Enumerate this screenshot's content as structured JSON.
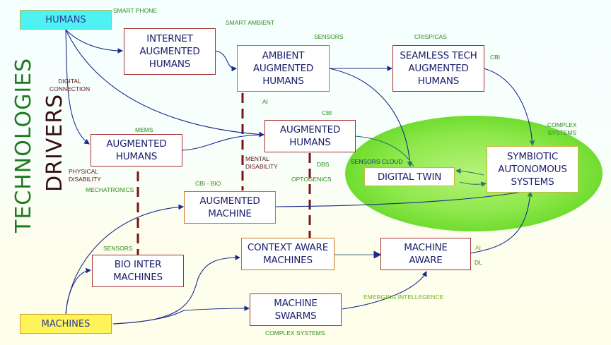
{
  "side_titles": {
    "technologies": "TECHNOLOGIES",
    "drivers": "DRIVERS"
  },
  "roots": {
    "humans": "HUMANS",
    "machines": "MACHINES"
  },
  "nodes": {
    "internet_augmented_humans": "INTERNET\nAUGMENTED\nHUMANS",
    "ambient_augmented_humans": "AMBIENT\nAUGMENTED\nHUMANS",
    "seamless_tech_augmented_humans": "SEAMLESS TECH\nAUGMENTED\nHUMANS",
    "augmented_humans_left": "AUGMENTED\nHUMANS",
    "augmented_humans_center": "AUGMENTED\nHUMANS",
    "digital_twin": "DIGITAL TWIN",
    "symbiotic_autonomous_systems": "SYMBIOTIC\nAUTONOMOUS\nSYSTEMS",
    "augmented_machine": "AUGMENTED\nMACHINE",
    "context_aware_machines": "CONTEXT AWARE\nMACHINES",
    "machine_aware": "MACHINE\nAWARE",
    "bio_inter_machines": "BIO INTER\nMACHINES",
    "machine_swarms": "MACHINE\nSWARMS"
  },
  "technology_labels": {
    "smart_phone": "SMART PHONE",
    "smart_ambient": "SMART AMBIENT",
    "sensors_top": "SENSORS",
    "crisp_cas": "CRISP/CAS",
    "cbi_top_right": "CBI",
    "ai_mid": "AI",
    "cbi_center": "CBI",
    "complex_systems_right": "COMPLEX\nSYSTEMS",
    "mems": "MEMS",
    "sensors_cloud": "SENSORS CLOUD",
    "dbs": "DBS",
    "optogenics": "OPTOGENICS",
    "mechatronics": "MECHATRONICS",
    "cbi_bio": "CBI - BIO",
    "sensors_bottom": "SENSORS",
    "ai_right": "AI",
    "dl_right": "DL",
    "emerging_intellegence": "EMERGING INTELLEGENCE",
    "complex_systems_bottom": "COMPLEX SYSTEMS"
  },
  "driver_labels": {
    "digital_connection": "DIGITAL\nCONNECTION",
    "physical_disability": "PHYSICAL\nDISABILITY",
    "mental_disability": "MENTAL\nDISABILITY"
  },
  "colors": {
    "humans_fill": "#4ff2f2",
    "machines_fill": "#fff35a",
    "node_border": "#a33030",
    "node_text": "#1a1f6b",
    "tech_label": "#2e8b1e",
    "driver_label": "#5a1414",
    "technologies_title": "#1f7a1f",
    "drivers_title": "#3a0f0f",
    "link": "#1b2a8c",
    "cloud": "#7be43a"
  }
}
